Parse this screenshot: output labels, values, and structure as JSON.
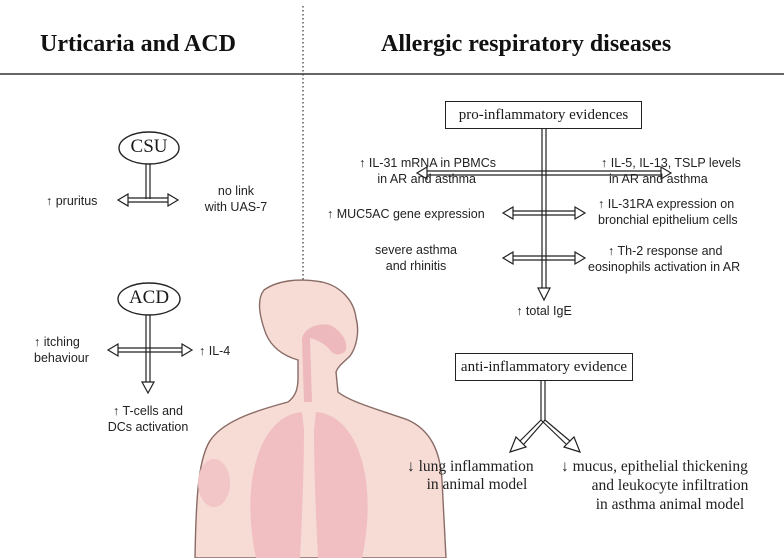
{
  "headings": {
    "left": "Urticaria and ACD",
    "right": "Allergic respiratory diseases"
  },
  "csu": {
    "label": "CSU",
    "left_text": "↑ pruritus",
    "right_line1": "no link",
    "right_line2": "with UAS-7"
  },
  "acd": {
    "label": "ACD",
    "left_line1": "↑ itching",
    "left_line2": "behaviour",
    "right_text": "↑ IL-4",
    "bottom_line1": "↑ T-cells and",
    "bottom_line2": "DCs activation"
  },
  "pro": {
    "box_label": "pro-inflammatory evidences",
    "left1_line1": "↑ IL-31 mRNA in PBMCs",
    "left1_line2": "in AR and asthma",
    "right1_line1": "↑ IL-5, IL-13, TSLP levels",
    "right1_line2": "in AR and asthma",
    "left2": "↑ MUC5AC gene expression",
    "right2_line1": "↑ IL-31RA expression on",
    "right2_line2": "bronchial epithelium cells",
    "left3_line1": "severe asthma",
    "left3_line2": "and rhinitis",
    "right3_line1": "↑ Th-2 response and",
    "right3_line2": "eosinophils activation in AR",
    "bottom": "↑ total IgE"
  },
  "anti": {
    "box_label": "anti-inflammatory evidence",
    "left_line1": "↓ lung inflammation",
    "left_line2": "in animal model",
    "right_line1": "↓ mucus, epithelial thickening",
    "right_line2": "and leukocyte infiltration",
    "right_line3": "in asthma animal model"
  },
  "colors": {
    "skin": "#f7dcd6",
    "skin_outline": "#8a6b66",
    "lungs": "#f1bfc2",
    "airway": "#eeb9bd",
    "line": "#222222",
    "divider": "#333333"
  }
}
